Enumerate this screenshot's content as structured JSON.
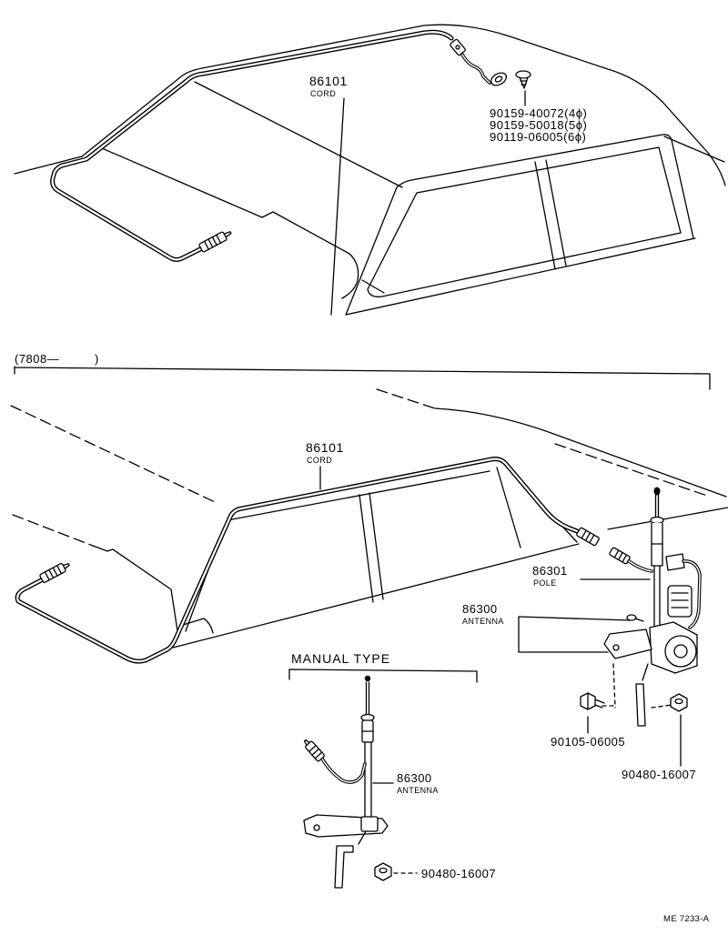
{
  "top_view": {
    "cord": {
      "part_no": "86101",
      "name": "CORD"
    },
    "screws": [
      "90159-40072(4ϕ)",
      "90159-50018(5ϕ)",
      "90119-06005(6ϕ)"
    ]
  },
  "range_label": {
    "start": "(7808—",
    "end": ")"
  },
  "power_view": {
    "cord": {
      "part_no": "86101",
      "name": "CORD"
    },
    "pole": {
      "part_no": "86301",
      "name": "POLE"
    },
    "antenna": {
      "part_no": "86300",
      "name": "ANTENNA"
    },
    "bolt_part_no": "90105-06005",
    "nut_part_no": "90480-16007"
  },
  "manual_view": {
    "title": "MANUAL TYPE",
    "antenna": {
      "part_no": "86300",
      "name": "ANTENNA"
    },
    "nut_part_no": "90480-16007"
  },
  "figure": {
    "code": "ME 7233-A"
  }
}
